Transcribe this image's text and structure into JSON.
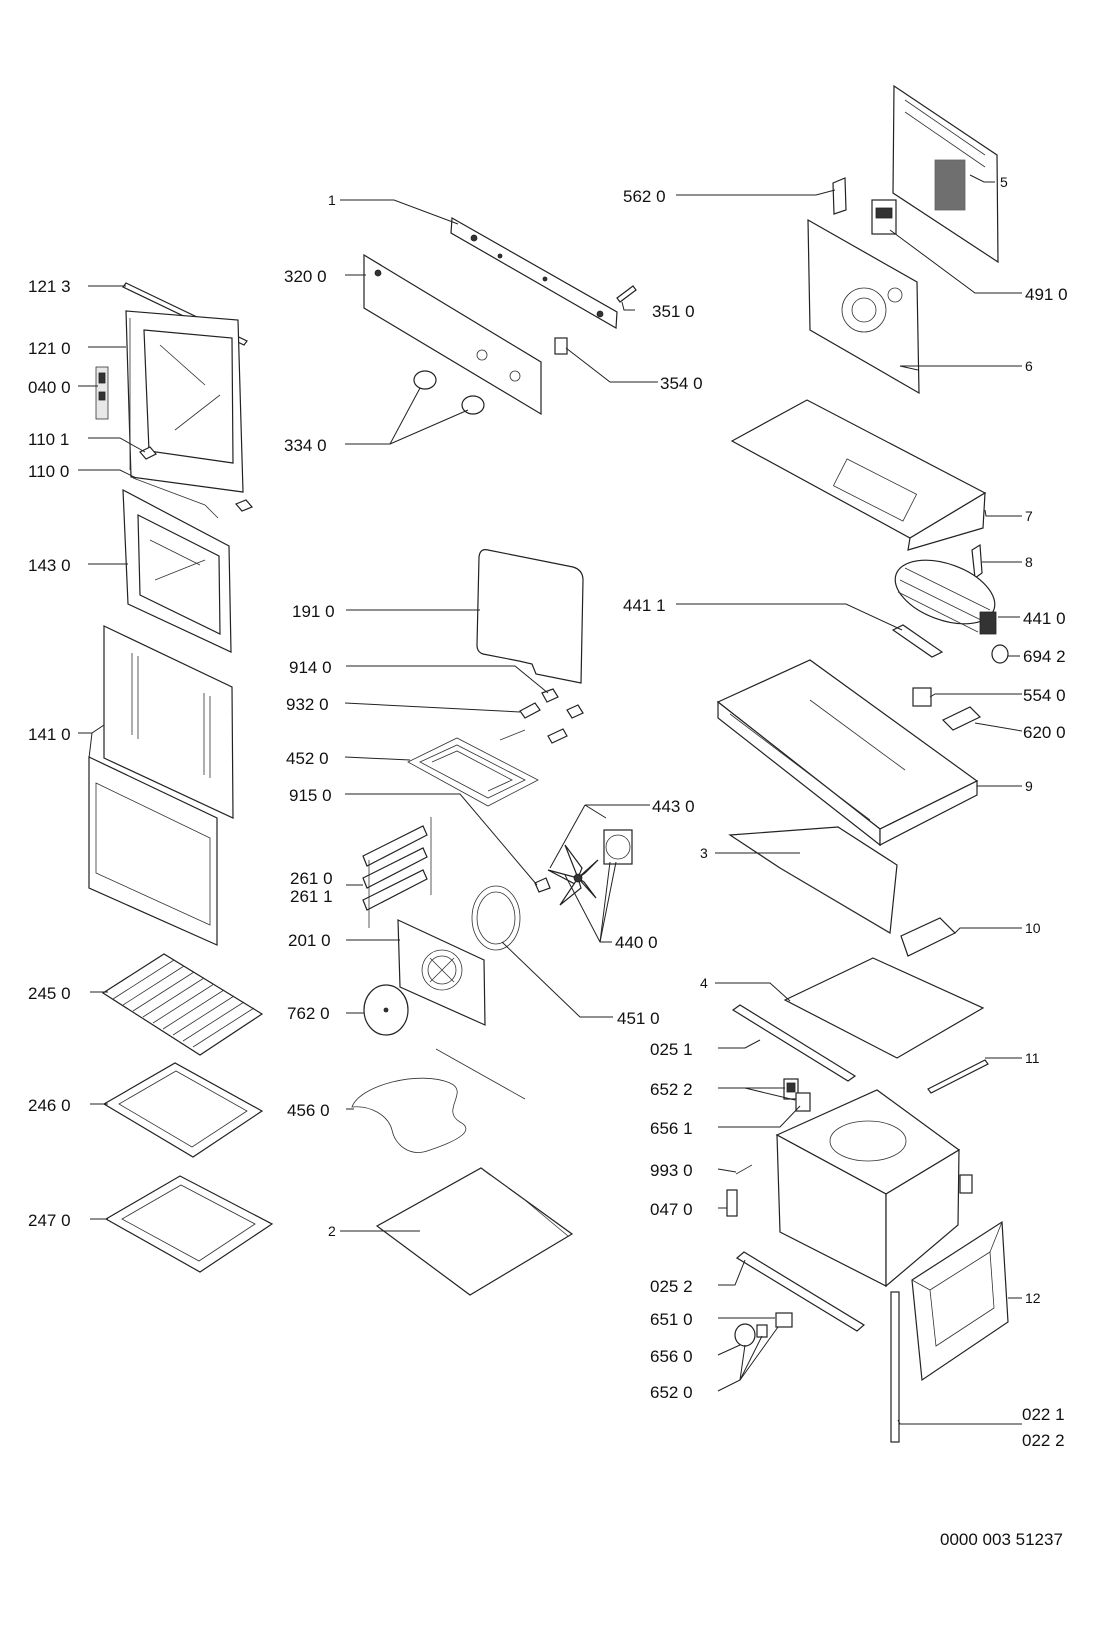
{
  "labels": {
    "l1213": "121 3",
    "l1210": "121 0",
    "l0400": "040 0",
    "l1101": "110 1",
    "l1100": "110 0",
    "l1430": "143 0",
    "l1410": "141 0",
    "l2450": "245 0",
    "l2460": "246 0",
    "l2470": "247 0",
    "l1": "1",
    "l3200": "320 0",
    "l3510": "351 0",
    "l3540": "354 0",
    "l3340": "334 0",
    "l1910": "191 0",
    "l9140": "914 0",
    "l9320": "932 0",
    "l4520": "452 0",
    "l9150": "915 0",
    "l4430": "443 0",
    "l2610": "261 0",
    "l2611": "261 1",
    "l2010": "201 0",
    "l4400": "440 0",
    "l4510": "451 0",
    "l7620": "762 0",
    "l4560": "456 0",
    "l2": "2",
    "l5620": "562 0",
    "l5": "5",
    "l4910": "491 0",
    "l6": "6",
    "l7": "7",
    "l8": "8",
    "l4411": "441 1",
    "l4410": "441 0",
    "l6942": "694 2",
    "l5540": "554 0",
    "l6200": "620 0",
    "l9": "9",
    "l3": "3",
    "l10": "10",
    "l4": "4",
    "l0251": "025 1",
    "l11": "11",
    "l6522a": "652 2",
    "l6561": "656 1",
    "l9930": "993 0",
    "l0470": "047 0",
    "l0252": "025 2",
    "l12": "12",
    "l6510": "651 0",
    "l6560": "656 0",
    "l6520": "652 0",
    "l0221": "022 1",
    "l0222": "022 2"
  },
  "document_number": "0000 003 51237"
}
